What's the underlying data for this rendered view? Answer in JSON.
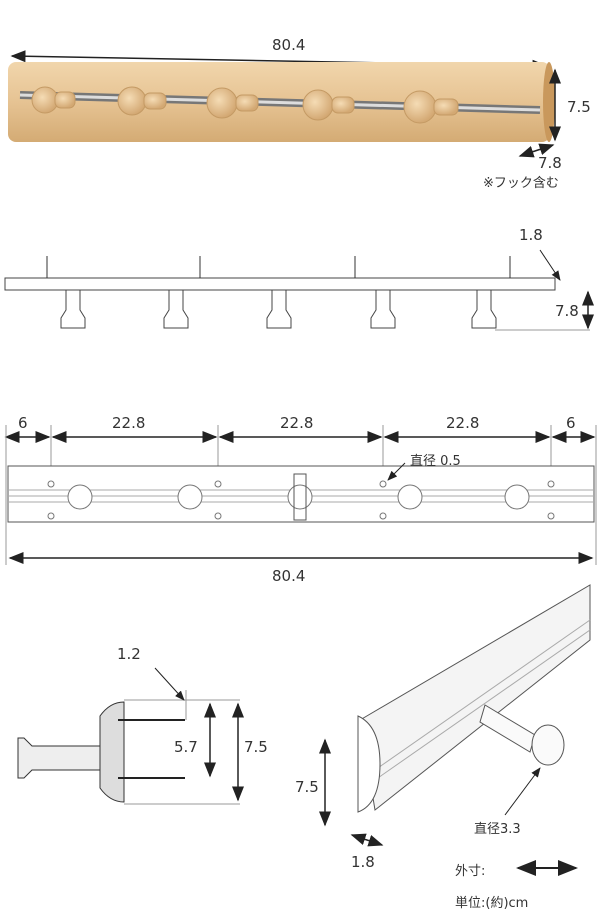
{
  "top_view": {
    "length": "80.4",
    "height": "7.5",
    "depth": "7.8",
    "note": "※フック含む"
  },
  "side_view": {
    "plate_thickness": "1.8",
    "depth": "7.8"
  },
  "back_view": {
    "spacing": [
      "6",
      "22.8",
      "22.8",
      "22.8",
      "6"
    ],
    "hole_diameter": "直径 0.5",
    "length": "80.4"
  },
  "section_view": {
    "offset": "1.2",
    "screw_spacing": "5.7",
    "height": "7.5"
  },
  "perspective_view": {
    "height": "7.5",
    "thickness": "1.8",
    "knob_diameter": "直径3.3"
  },
  "legend": {
    "outer_dimension_label": "外寸:",
    "unit_label": "単位:(約)cm"
  }
}
